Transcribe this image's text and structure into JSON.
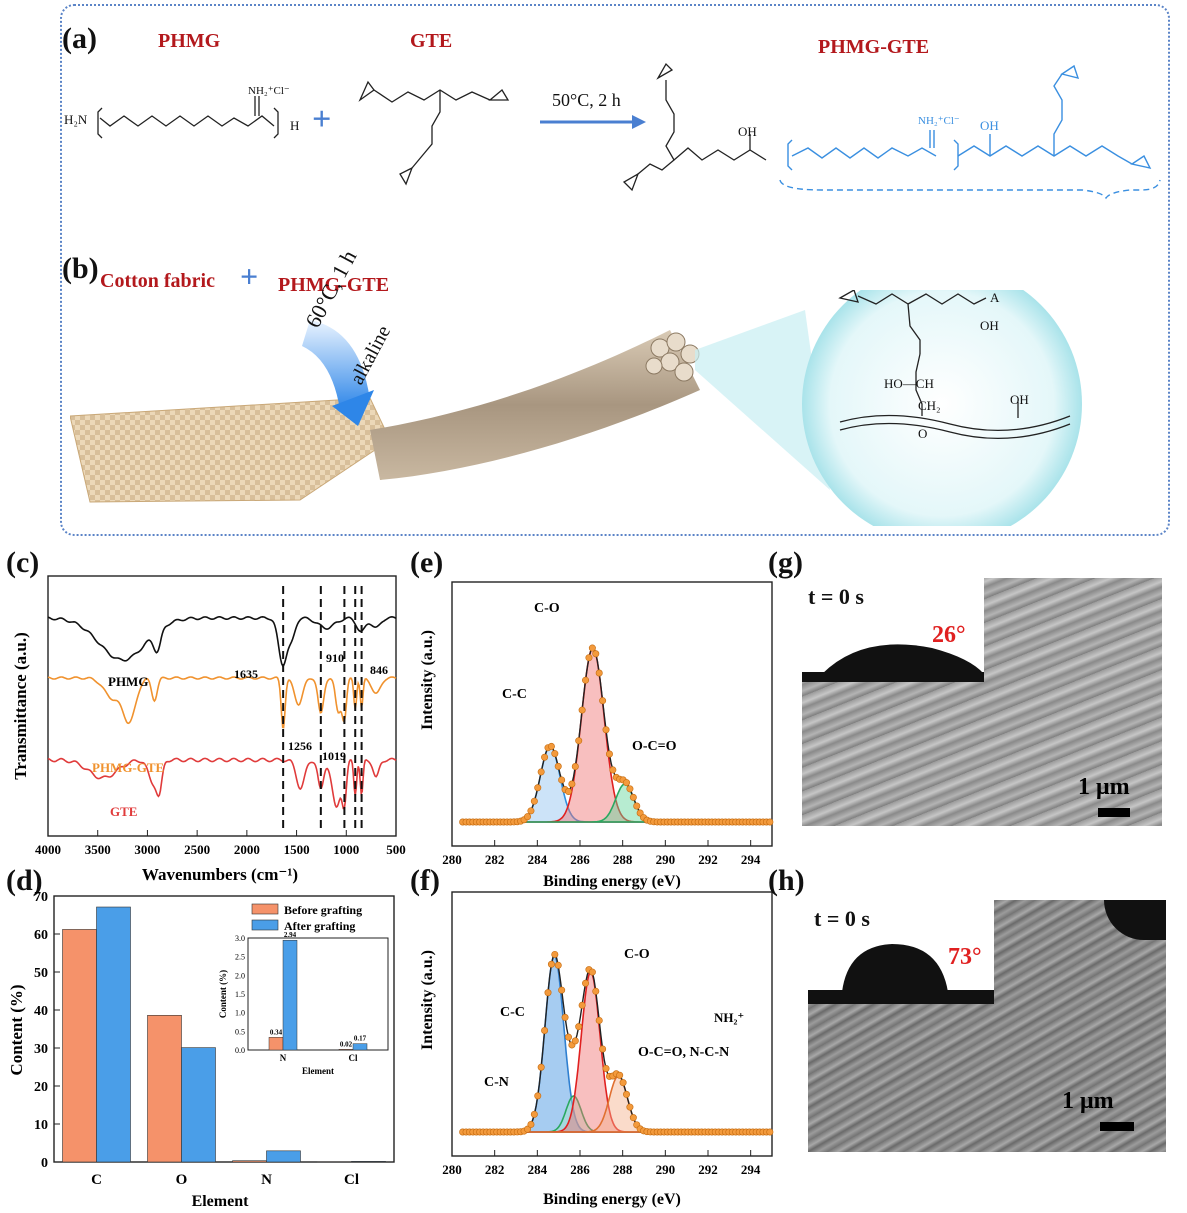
{
  "panel_labels": {
    "a": "(a)",
    "b": "(b)",
    "c": "(c)",
    "d": "(d)",
    "e": "(e)",
    "f": "(f)",
    "g": "(g)",
    "h": "(h)"
  },
  "scheme": {
    "phmg": "PHMG",
    "gte": "GTE",
    "product": "PHMG-GTE",
    "plus": "+",
    "condition": "50°C, 2 h",
    "h2n": "H₂N",
    "nh2cl": "NH₂⁺Cl⁻",
    "h": "H",
    "oh": "OH"
  },
  "grafting": {
    "cotton": "Cotton fabric",
    "plus": "+",
    "agent": "PHMG-GTE",
    "temp": "60°C, 1 h",
    "medium": "alkaline",
    "zoom_a": "A",
    "zoom_oh": "OH",
    "zoom_ho_ch": "HO—CH",
    "zoom_ch2": "CH₂",
    "zoom_o": "O",
    "zoom_oh2": "OH"
  },
  "ftir": {
    "xlabel": "Wavenumbers (cm⁻¹)",
    "ylabel": "Transmittance (a.u.)",
    "series_names": [
      "PHMG",
      "PHMG-GTE",
      "GTE"
    ],
    "annotations": [
      "1635",
      "910",
      "846",
      "1256",
      "1019"
    ],
    "colors": {
      "PHMG": "#111111",
      "PHMG-GTE": "#f0922e",
      "GTE": "#e03b3b"
    }
  },
  "chart_data": [
    {
      "type": "line",
      "panel": "c",
      "xlabel": "Wavenumbers (cm⁻¹)",
      "ylabel": "Transmittance (a.u.)",
      "xlim": [
        4000,
        500
      ],
      "xticks": [
        4000,
        3500,
        3000,
        2500,
        2000,
        1500,
        1000,
        500
      ],
      "series": [
        {
          "name": "PHMG"
        },
        {
          "name": "PHMG-GTE"
        },
        {
          "name": "GTE"
        }
      ],
      "markers": [
        1635,
        1256,
        1019,
        910,
        846
      ]
    },
    {
      "type": "bar",
      "panel": "d",
      "xlabel": "Element",
      "ylabel": "Content (%)",
      "categories": [
        "C",
        "O",
        "N",
        "Cl"
      ],
      "ylim": [
        0,
        70
      ],
      "yticks": [
        0,
        10,
        20,
        30,
        40,
        50,
        60,
        70
      ],
      "series": [
        {
          "name": "Before grafting",
          "values": [
            61.2,
            38.6,
            0.34,
            0.02
          ],
          "color": "#f5926a"
        },
        {
          "name": "After grafting",
          "values": [
            67.1,
            30.1,
            2.94,
            0.17
          ],
          "color": "#4a9ee8"
        }
      ],
      "inset": {
        "categories": [
          "N",
          "Cl"
        ],
        "ylabel": "Content (%)",
        "xlabel": "Element",
        "ylim": [
          0,
          3.0
        ],
        "yticks": [
          "0.0",
          "0.5",
          "1.0",
          "1.5",
          "2.0",
          "2.5",
          "3.0"
        ],
        "before": [
          0.34,
          0.02
        ],
        "after": [
          2.94,
          0.17
        ],
        "labels": [
          "0.34",
          "2.94",
          "0.02",
          "0.17"
        ]
      }
    },
    {
      "type": "line",
      "panel": "e",
      "xlabel": "Binding energy (eV)",
      "ylabel": "Intensity (a.u.)",
      "xlim": [
        280,
        295
      ],
      "xticks": [
        280,
        282,
        284,
        286,
        288,
        290,
        292,
        294
      ],
      "peaks": [
        {
          "name": "C-C",
          "center": 284.6
        },
        {
          "name": "C-O",
          "center": 286.6
        },
        {
          "name": "O-C=O",
          "center": 288.1
        }
      ]
    },
    {
      "type": "line",
      "panel": "f",
      "xlabel": "Binding energy (eV)",
      "ylabel": "Intensity (a.u.)",
      "xlim": [
        280,
        295
      ],
      "xticks": [
        280,
        282,
        284,
        286,
        288,
        290,
        292,
        294
      ],
      "peaks": [
        {
          "name": "C-C",
          "center": 284.8
        },
        {
          "name": "C-N",
          "center": 285.7
        },
        {
          "name": "C-O",
          "center": 286.5
        },
        {
          "name": "O-C=O, N-C-N",
          "center": 287.8
        }
      ]
    }
  ],
  "bars": {
    "legend": [
      "Before grafting",
      "After grafting"
    ]
  },
  "xps_e": {
    "peaks": [
      "C-O",
      "C-C",
      "O-C=O"
    ]
  },
  "xps_f": {
    "peaks": [
      "C-O",
      "C-C",
      "C-N",
      "O-C=O, N-C-N"
    ],
    "nh2": "NH₂⁺"
  },
  "sem_g": {
    "time": "t = 0 s",
    "angle": "26°",
    "scale": "1 μm"
  },
  "sem_h": {
    "time": "t = 0 s",
    "angle": "73°",
    "scale": "1 μm"
  }
}
